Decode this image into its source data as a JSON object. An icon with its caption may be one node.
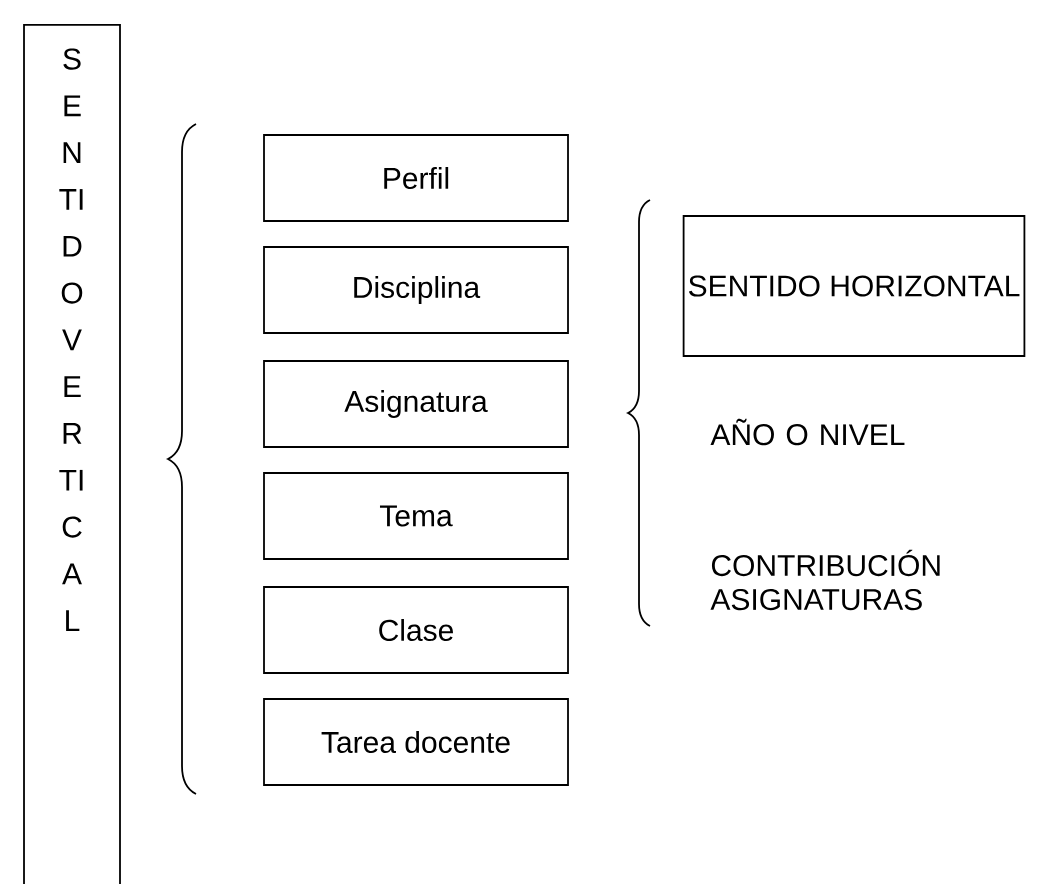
{
  "diagram": {
    "nodes": [
      {
        "text": [
          "SENTIDO VERTICAL"
        ]
      },
      {
        "text": [
          "Perfil"
        ]
      },
      {
        "text": [
          "Disciplina"
        ]
      },
      {
        "text": [
          "Asignatura"
        ]
      },
      {
        "text": [
          "Tema"
        ]
      },
      {
        "text": [
          "Clase"
        ]
      },
      {
        "text": [
          "Tarea docente"
        ]
      },
      {
        "text": [
          "SENTIDO HORIZONTAL"
        ]
      }
    ],
    "labels": [
      "AÑO O NIVEL",
      "CONTRIBUCIÓN ASIGNATURAS"
    ]
  }
}
